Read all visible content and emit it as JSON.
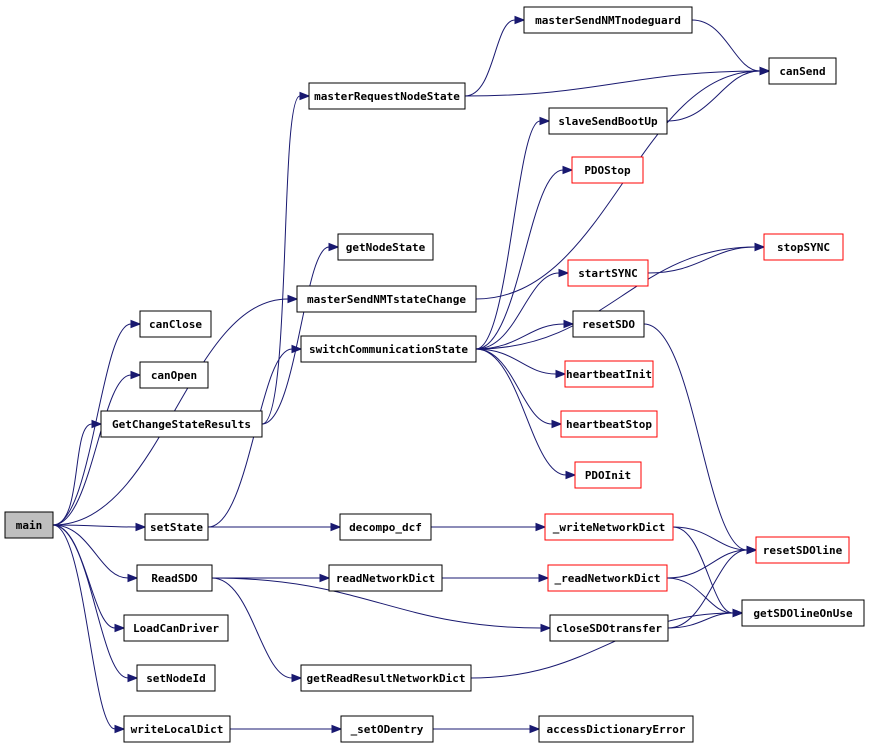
{
  "colors": {
    "edge": "#191970",
    "documented_border": "#000000",
    "undocumented_border": "#ff0000",
    "root_fill": "#bfbfbf",
    "node_fill": "#ffffff"
  },
  "nodes": [
    {
      "id": "main",
      "label": "main",
      "kind": "root"
    },
    {
      "id": "canClose",
      "label": "canClose",
      "kind": "documented"
    },
    {
      "id": "canOpen",
      "label": "canOpen",
      "kind": "documented"
    },
    {
      "id": "GetChangeStateResults",
      "label": "GetChangeStateResults",
      "kind": "documented"
    },
    {
      "id": "setState",
      "label": "setState",
      "kind": "documented"
    },
    {
      "id": "ReadSDO",
      "label": "ReadSDO",
      "kind": "documented"
    },
    {
      "id": "LoadCanDriver",
      "label": "LoadCanDriver",
      "kind": "documented"
    },
    {
      "id": "setNodeId",
      "label": "setNodeId",
      "kind": "documented"
    },
    {
      "id": "writeLocalDict",
      "label": "writeLocalDict",
      "kind": "documented"
    },
    {
      "id": "masterRequestNodeState",
      "label": "masterRequestNodeState",
      "kind": "documented"
    },
    {
      "id": "getNodeState",
      "label": "getNodeState",
      "kind": "documented"
    },
    {
      "id": "masterSendNMTstateChange",
      "label": "masterSendNMTstateChange",
      "kind": "documented"
    },
    {
      "id": "switchCommunicationState",
      "label": "switchCommunicationState",
      "kind": "documented"
    },
    {
      "id": "decompo_dcf",
      "label": "decompo_dcf",
      "kind": "documented"
    },
    {
      "id": "readNetworkDict",
      "label": "readNetworkDict",
      "kind": "documented"
    },
    {
      "id": "getReadResultNetworkDict",
      "label": "getReadResultNetworkDict",
      "kind": "documented"
    },
    {
      "id": "_setODentry",
      "label": "_setODentry",
      "kind": "documented"
    },
    {
      "id": "masterSendNMTnodeguard",
      "label": "masterSendNMTnodeguard",
      "kind": "documented"
    },
    {
      "id": "slaveSendBootUp",
      "label": "slaveSendBootUp",
      "kind": "documented"
    },
    {
      "id": "PDOStop",
      "label": "PDOStop",
      "kind": "undocumented"
    },
    {
      "id": "startSYNC",
      "label": "startSYNC",
      "kind": "undocumented"
    },
    {
      "id": "resetSDO",
      "label": "resetSDO",
      "kind": "documented"
    },
    {
      "id": "heartbeatInit",
      "label": "heartbeatInit",
      "kind": "undocumented"
    },
    {
      "id": "heartbeatStop",
      "label": "heartbeatStop",
      "kind": "undocumented"
    },
    {
      "id": "PDOInit",
      "label": "PDOInit",
      "kind": "undocumented"
    },
    {
      "id": "_writeNetworkDict",
      "label": "_writeNetworkDict",
      "kind": "undocumented"
    },
    {
      "id": "_readNetworkDict",
      "label": "_readNetworkDict",
      "kind": "undocumented"
    },
    {
      "id": "closeSDOtransfer",
      "label": "closeSDOtransfer",
      "kind": "documented"
    },
    {
      "id": "accessDictionaryError",
      "label": "accessDictionaryError",
      "kind": "documented"
    },
    {
      "id": "canSend",
      "label": "canSend",
      "kind": "documented"
    },
    {
      "id": "stopSYNC",
      "label": "stopSYNC",
      "kind": "undocumented"
    },
    {
      "id": "resetSDOline",
      "label": "resetSDOline",
      "kind": "undocumented"
    },
    {
      "id": "getSDOlineOnUse",
      "label": "getSDOlineOnUse",
      "kind": "documented"
    }
  ],
  "edges": [
    [
      "main",
      "canClose"
    ],
    [
      "main",
      "canOpen"
    ],
    [
      "main",
      "GetChangeStateResults"
    ],
    [
      "main",
      "setState"
    ],
    [
      "main",
      "ReadSDO"
    ],
    [
      "main",
      "LoadCanDriver"
    ],
    [
      "main",
      "setNodeId"
    ],
    [
      "main",
      "writeLocalDict"
    ],
    [
      "main",
      "masterSendNMTstateChange"
    ],
    [
      "GetChangeStateResults",
      "masterRequestNodeState"
    ],
    [
      "GetChangeStateResults",
      "getNodeState"
    ],
    [
      "setState",
      "switchCommunicationState"
    ],
    [
      "setState",
      "decompo_dcf"
    ],
    [
      "ReadSDO",
      "readNetworkDict"
    ],
    [
      "ReadSDO",
      "getReadResultNetworkDict"
    ],
    [
      "ReadSDO",
      "closeSDOtransfer"
    ],
    [
      "writeLocalDict",
      "_setODentry"
    ],
    [
      "masterRequestNodeState",
      "masterSendNMTnodeguard"
    ],
    [
      "masterRequestNodeState",
      "canSend"
    ],
    [
      "masterSendNMTnodeguard",
      "canSend"
    ],
    [
      "masterSendNMTstateChange",
      "canSend"
    ],
    [
      "switchCommunicationState",
      "slaveSendBootUp"
    ],
    [
      "switchCommunicationState",
      "PDOStop"
    ],
    [
      "switchCommunicationState",
      "startSYNC"
    ],
    [
      "switchCommunicationState",
      "stopSYNC"
    ],
    [
      "switchCommunicationState",
      "resetSDO"
    ],
    [
      "switchCommunicationState",
      "heartbeatInit"
    ],
    [
      "switchCommunicationState",
      "heartbeatStop"
    ],
    [
      "switchCommunicationState",
      "PDOInit"
    ],
    [
      "slaveSendBootUp",
      "canSend"
    ],
    [
      "startSYNC",
      "stopSYNC"
    ],
    [
      "resetSDO",
      "resetSDOline"
    ],
    [
      "decompo_dcf",
      "_writeNetworkDict"
    ],
    [
      "readNetworkDict",
      "_readNetworkDict"
    ],
    [
      "_writeNetworkDict",
      "resetSDOline"
    ],
    [
      "_writeNetworkDict",
      "getSDOlineOnUse"
    ],
    [
      "_readNetworkDict",
      "resetSDOline"
    ],
    [
      "_readNetworkDict",
      "getSDOlineOnUse"
    ],
    [
      "closeSDOtransfer",
      "resetSDOline"
    ],
    [
      "closeSDOtransfer",
      "getSDOlineOnUse"
    ],
    [
      "getReadResultNetworkDict",
      "getSDOlineOnUse"
    ],
    [
      "_setODentry",
      "accessDictionaryError"
    ]
  ]
}
